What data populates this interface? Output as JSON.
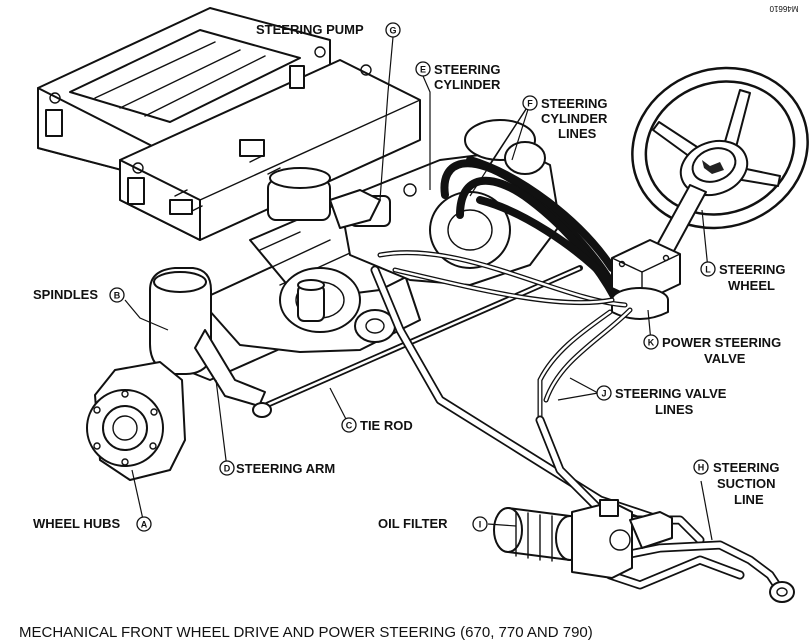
{
  "document": {
    "code": "M46610",
    "caption": "MECHANICAL FRONT WHEEL DRIVE AND POWER STEERING (670, 770 AND 790)"
  },
  "callouts": [
    {
      "key": "steering-pump",
      "letter": "G",
      "lines": [
        "STEERING PUMP"
      ]
    },
    {
      "key": "steering-cylinder",
      "letter": "E",
      "lines": [
        "STEERING",
        "CYLINDER"
      ]
    },
    {
      "key": "steering-cylinder-lines",
      "letter": "F",
      "lines": [
        "STEERING",
        "CYLINDER",
        "LINES"
      ]
    },
    {
      "key": "steering-wheel",
      "letter": "L",
      "lines": [
        "STEERING",
        "WHEEL"
      ]
    },
    {
      "key": "spindles",
      "letter": "B",
      "lines": [
        "SPINDLES"
      ]
    },
    {
      "key": "power-steering-valve",
      "letter": "K",
      "lines": [
        "POWER STEERING",
        "VALVE"
      ]
    },
    {
      "key": "steering-valve-lines",
      "letter": "J",
      "lines": [
        "STEERING VALVE",
        "LINES"
      ]
    },
    {
      "key": "tie-rod",
      "letter": "C",
      "lines": [
        "TIE ROD"
      ]
    },
    {
      "key": "steering-arm",
      "letter": "D",
      "lines": [
        "STEERING ARM"
      ]
    },
    {
      "key": "steering-suction-line",
      "letter": "H",
      "lines": [
        "STEERING",
        "SUCTION",
        "LINE"
      ]
    },
    {
      "key": "wheel-hubs",
      "letter": "A",
      "lines": [
        "WHEEL HUBS"
      ]
    },
    {
      "key": "oil-filter",
      "letter": "I",
      "lines": [
        "OIL FILTER"
      ]
    }
  ]
}
